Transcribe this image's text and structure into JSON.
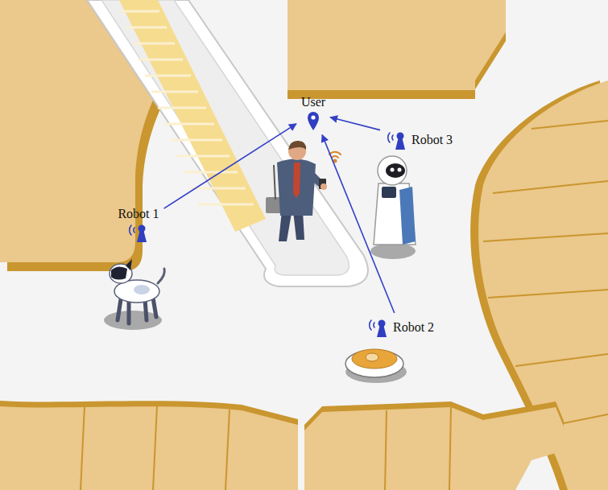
{
  "diagram": {
    "nodes": [
      {
        "text": [
          "User"
        ]
      },
      {
        "text": [
          "Robot 3"
        ]
      },
      {
        "text": [
          "Robot 1"
        ]
      },
      {
        "text": [
          "Robot 2"
        ]
      }
    ],
    "edges": [
      {
        "from": 2,
        "to": 0,
        "arrow": "to"
      },
      {
        "from": 3,
        "to": 0,
        "arrow": "to"
      },
      {
        "from": 1,
        "to": 0,
        "arrow": "to"
      }
    ]
  }
}
